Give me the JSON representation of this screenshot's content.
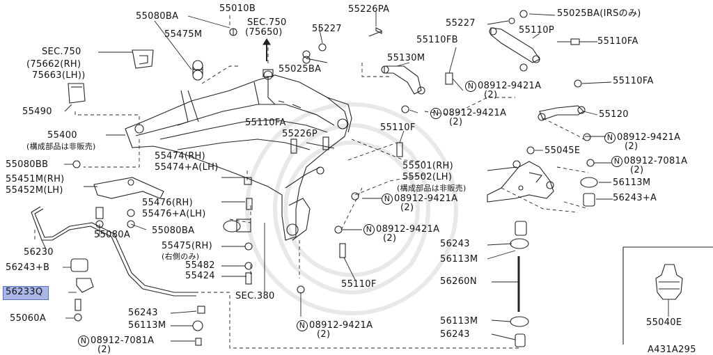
{
  "diagram_id": "A431A295",
  "parts": {
    "p55080BA_top": "55080BA",
    "p55010B": "55010B",
    "sec750_top": "SEC.750",
    "sec750_top_sub": "(75650)",
    "p55226PA": "55226PA",
    "p55025BA_top": "55025BA(IRSのみ)",
    "p55475M": "55475M",
    "p55227_a": "55227",
    "p55227_b": "55227",
    "p55110P": "55110P",
    "sec750_left": "SEC.750",
    "sec750_left_rh": "(75662(RH)",
    "sec750_left_lh": "75663(LH))",
    "p55025BA_mid": "55025BA",
    "p55110FB": "55110FB",
    "p55110FA_right": "55110FA",
    "p55130M": "55130M",
    "n08912_9421A_1": "08912-9421A",
    "n08912_9421A_1_q": "(2)",
    "p55110FA_r2": "55110FA",
    "p55490": "55490",
    "n08912_9421A_2": "08912-9421A",
    "n08912_9421A_2_q": "(2)",
    "p55120": "55120",
    "p55400": "55400",
    "p55400_note": "(構成部品は非販売)",
    "p55110FA_center": "55110FA",
    "p55226P": "55226P",
    "p55110F_mid": "55110F",
    "n08912_9421A_3": "08912-9421A",
    "n08912_9421A_3_q": "(2)",
    "p55045E": "55045E",
    "p55080BB": "55080BB",
    "p55474_rh": "55474(RH)",
    "p55474_lh": "55474+A(LH)",
    "p55501_rh": "55501(RH)",
    "p55502_lh": "55502(LH)",
    "p55501_note": "(構成部品は非販売)",
    "n08912_7081A_r": "08912-7081A",
    "n08912_7081A_r_q": "(2)",
    "p55451M": "55451M(RH)",
    "p55452M": "55452M(LH)",
    "p56113M_r1": "56113M",
    "n08912_9421A_4": "08912-9421A",
    "n08912_9421A_4_q": "(2)",
    "p56243A_r": "56243+A",
    "p55476_rh": "55476(RH)",
    "p55476_lh": "55476+A(LH)",
    "p55080A": "55080A",
    "p55080BA_bot": "55080BA",
    "n08912_9421A_5": "08912-9421A",
    "n08912_9421A_5_q": "(2)",
    "p56230": "56230",
    "p55475_rh": "55475(RH)",
    "p55475_note": "(右側のみ)",
    "p56243_m1": "56243",
    "p56113M_m1": "56113M",
    "p56243B": "56243+B",
    "p55482": "55482",
    "p55424": "55424",
    "p56233Q": "56233Q",
    "p55110F_bot": "55110F",
    "sec380": "SEC.380",
    "p56260N": "56260N",
    "p55060A": "55060A",
    "p56243_b1": "56243",
    "p56113M_b1": "56113M",
    "n08912_7081A_b": "08912-7081A",
    "n08912_7081A_b_q": "(2)",
    "n08912_9421A_6": "08912-9421A",
    "n08912_9421A_6_q": "(2)",
    "p56113M_b2": "56113M",
    "p56243_b2": "56243",
    "p55040E": "55040E",
    "n_mark": "N"
  },
  "highlight_color": "#a9b7e6"
}
